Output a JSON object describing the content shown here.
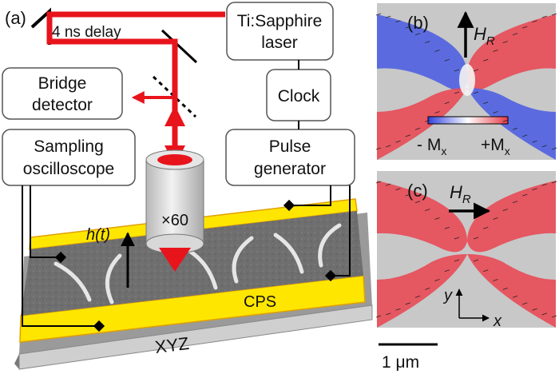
{
  "panel_labels": {
    "a": "(a)",
    "b": "(b)",
    "c": "(c)"
  },
  "boxes": {
    "laser": [
      "Ti:Sapphire",
      "laser"
    ],
    "clock": [
      "Clock"
    ],
    "bridge": [
      "Bridge",
      "detector"
    ],
    "sampling": [
      "Sampling",
      "oscilloscope"
    ],
    "pulse": [
      "Pulse",
      "generator"
    ]
  },
  "delay_label": "4 ns delay",
  "objective_label": "×60",
  "field_label": "h(t)",
  "cps_label": "CPS",
  "stage_label": "XYZ",
  "panel_b": {
    "field_symbol": "H",
    "field_sub": "R",
    "minus_label": "- M",
    "plus_label": "+M",
    "label_sub": "x"
  },
  "panel_c": {
    "field_symbol": "H",
    "field_sub": "R",
    "y_axis": "y",
    "x_axis": "x"
  },
  "scale_bar": "1 μm",
  "colors": {
    "beam": "#e8141c",
    "magnet_blue": "#3344dd",
    "magnet_red": "#e83a45",
    "strip": "#ffe600",
    "panel_bg": "#c8c8c8"
  }
}
